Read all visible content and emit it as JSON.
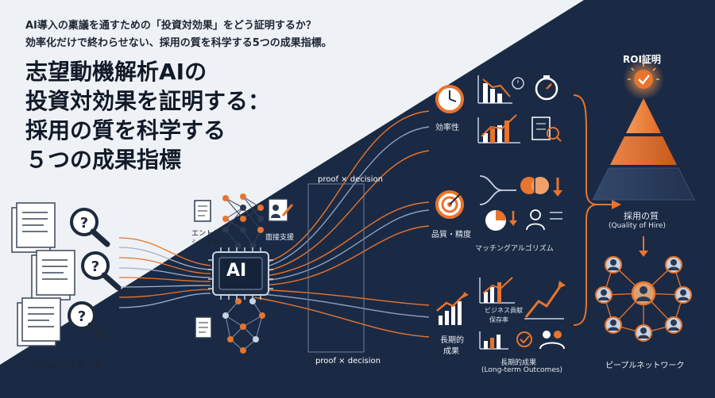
{
  "header": {
    "subtitle_1": "AI導入の稟議を通すための「投資対効果」をどう証明するか？",
    "subtitle_2": "効率化だけで終わらせない、採用の質を科学する5つの成果指標。",
    "title_lines": [
      "志望動機解析AIの",
      "投資対効果を証明する：",
      "採用の質を科学する",
      "５つの成果指標"
    ]
  },
  "left": {
    "caption": "工数削減のみを追う罠"
  },
  "center": {
    "entry_label_1": "エントリー",
    "entry_label_2": "シート解析",
    "interview_label": "面接支援",
    "ai_label": "AI",
    "proof_top": "proof  ×  decision",
    "proof_bottom": "proof    ×   decision"
  },
  "metrics": {
    "efficiency": "効率性",
    "quality": "品質・精度",
    "matching": "マッチングアルゴリズム",
    "longterm_1": "長期的",
    "longterm_2": "成果",
    "business": "ビジネス貢献",
    "retention": "保存率",
    "longterm_out_1": "長期的成果",
    "longterm_out_2": "(Long-term Outcomes)"
  },
  "right": {
    "roi": "ROI証明",
    "quality_hire": "採用の質",
    "quality_hire_en": "(Quality of Hire)",
    "people_network": "ピープルネットワーク"
  },
  "colors": {
    "navy": "#1b2a44",
    "orange": "#e8742d",
    "light": "#eef1f5"
  }
}
